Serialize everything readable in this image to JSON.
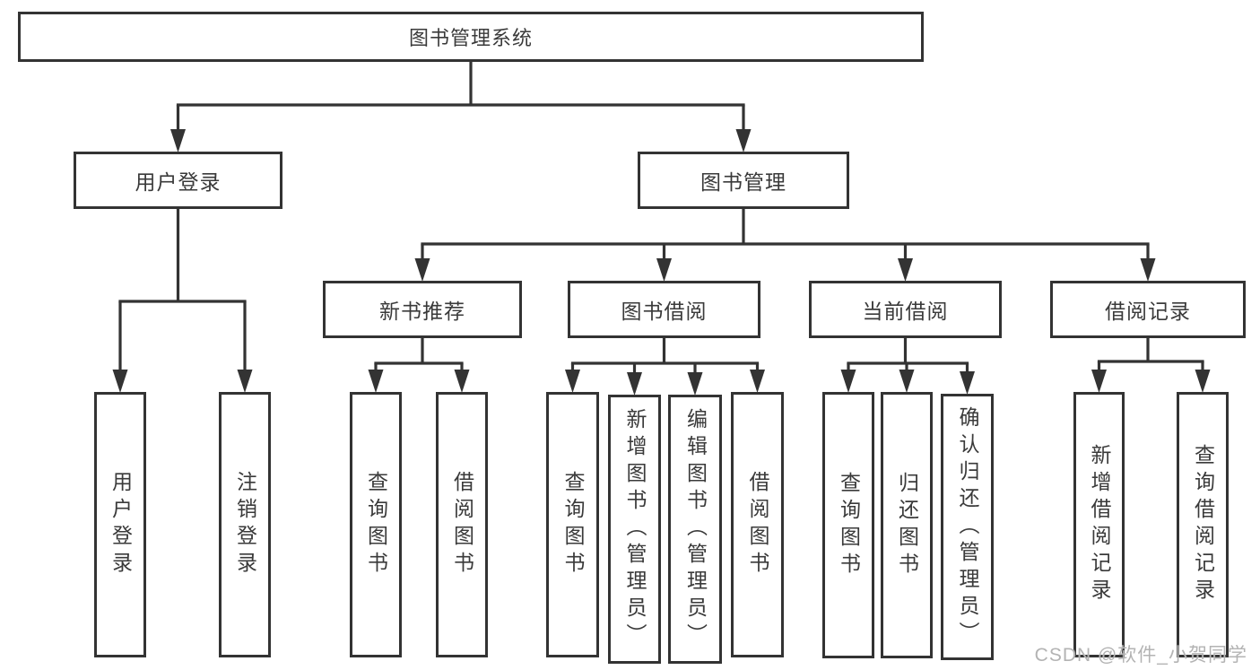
{
  "diagram": {
    "title": "图书管理系统",
    "type": "function-tree",
    "nodes": [
      {
        "id": "root",
        "label": "图书管理系统",
        "parent": null
      },
      {
        "id": "user-login",
        "label": "用户登录",
        "parent": "root"
      },
      {
        "id": "book-mgmt",
        "label": "图书管理",
        "parent": "root"
      },
      {
        "id": "new-book-rec",
        "label": "新书推荐",
        "parent": "book-mgmt"
      },
      {
        "id": "book-borrow",
        "label": "图书借阅",
        "parent": "book-mgmt"
      },
      {
        "id": "current-borrow",
        "label": "当前借阅",
        "parent": "book-mgmt"
      },
      {
        "id": "borrow-records",
        "label": "借阅记录",
        "parent": "book-mgmt"
      },
      {
        "id": "user-login-leaf",
        "label": "用户登录",
        "parent": "user-login"
      },
      {
        "id": "logout",
        "label": "注销登录",
        "parent": "user-login"
      },
      {
        "id": "query-books-1",
        "label": "查询图书",
        "parent": "new-book-rec"
      },
      {
        "id": "borrow-books-1",
        "label": "借阅图书",
        "parent": "new-book-rec"
      },
      {
        "id": "query-books-2",
        "label": "查询图书",
        "parent": "book-borrow"
      },
      {
        "id": "add-book-admin",
        "label": "新增图书（管理员）",
        "parent": "book-borrow"
      },
      {
        "id": "edit-book-admin",
        "label": "编辑图书（管理员）",
        "parent": "book-borrow"
      },
      {
        "id": "borrow-books-2",
        "label": "借阅图书",
        "parent": "book-borrow"
      },
      {
        "id": "query-books-3",
        "label": "查询图书",
        "parent": "current-borrow"
      },
      {
        "id": "return-book",
        "label": "归还图书",
        "parent": "current-borrow"
      },
      {
        "id": "confirm-return-admin",
        "label": "确认归还（管理员）",
        "parent": "current-borrow"
      },
      {
        "id": "add-borrow-record",
        "label": "新增借阅记录",
        "parent": "borrow-records"
      },
      {
        "id": "query-borrow-record",
        "label": "查询借阅记录",
        "parent": "borrow-records"
      }
    ]
  },
  "colors": {
    "line": "#333333",
    "box_border": "#333333",
    "box_bg": "#ffffff",
    "text": "#3a3a3a",
    "watermark": "#b3b3b3"
  },
  "watermark": "CSDN @软件_小贺同学"
}
